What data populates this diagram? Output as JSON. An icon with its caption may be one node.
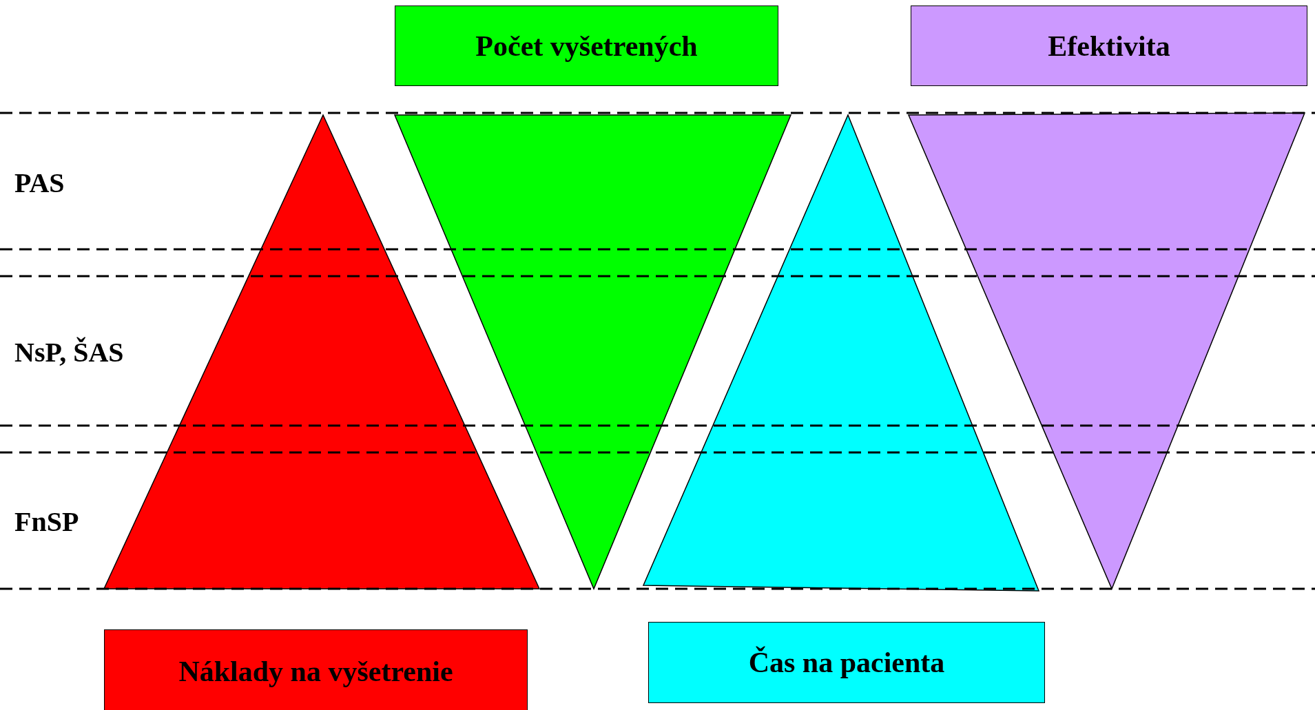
{
  "diagram": {
    "nodes": [
      {
        "text": [
          "Počet vyšetrených"
        ]
      },
      {
        "text": [
          "Efektivita"
        ]
      },
      {
        "text": [],
        "shape": "triangle"
      },
      {
        "text": [],
        "shape": "triangle"
      },
      {
        "text": [],
        "shape": "triangle"
      },
      {
        "text": [],
        "shape": "triangle"
      },
      {
        "text": [
          "Náklady na vyšetrenie"
        ]
      },
      {
        "text": [
          "Čas na pacienta"
        ]
      }
    ],
    "labels": [
      "PAS",
      "NsP, ŠAS",
      "FnSP"
    ]
  }
}
